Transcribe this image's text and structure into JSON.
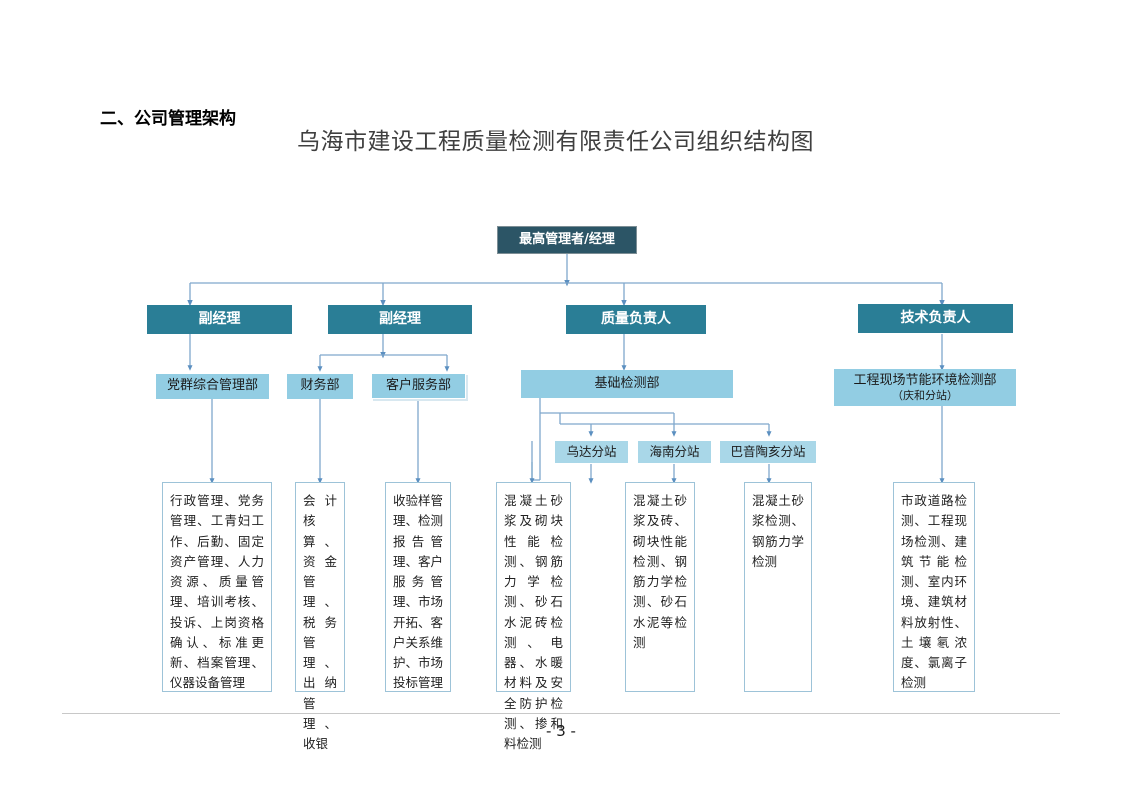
{
  "document": {
    "section_heading": "二、公司管理架构",
    "chart_title": "乌海市建设工程质量检测有限责任公司组织结构图",
    "page_number": "- 3 -"
  },
  "colors": {
    "level1_fill": "#2c5566",
    "level2_fill": "#2a7e96",
    "level3_fill": "#92cde3",
    "level4_fill": "#a9d7e8",
    "detail_border": "#9dc3d8",
    "connector": "#6f9fc4",
    "title_text": "#3f3f3f"
  },
  "chart": {
    "level1": {
      "top_manager": "最高管理者/经理"
    },
    "level2": [
      {
        "label": "副经理"
      },
      {
        "label": "副经理"
      },
      {
        "label": "质量负责人"
      },
      {
        "label": "技术负责人"
      }
    ],
    "level3": [
      {
        "label": "党群综合管理部"
      },
      {
        "label": "财务部"
      },
      {
        "label": "客户服务部"
      },
      {
        "label": "基础检测部"
      },
      {
        "label": "工程现场节能环境检测部",
        "sublabel": "（庆和分站）"
      }
    ],
    "level4": [
      {
        "label": "乌达分站"
      },
      {
        "label": "海南分站"
      },
      {
        "label": "巴音陶亥分站"
      }
    ],
    "details": [
      {
        "text": "行政管理、党务管理、工青妇工作、后勤、固定资产管理、人力资源、质量管理、培训考核、投诉、上岗资格确认、标准更新、档案管理、仪器设备管理"
      },
      {
        "text": "会计核算、资金管理、税务管理、出纳管理、收银"
      },
      {
        "text": "收验样管理、检测报告管理、客户服务管理、市场开拓、客户关系维护、市场投标管理"
      },
      {
        "text": "混凝土砂浆及砌块性能检测、钢筋力学检测、砂石水泥砖检测、电器、水暖材料及安全防护检测、掺和料检测"
      },
      {
        "text": "混凝土砂浆及砖、砌块性能检测、钢筋力学检测、砂石水泥等检测"
      },
      {
        "text": "混凝土砂浆检测、钢筋力学检测"
      },
      {
        "text": "市政道路检测、工程现场检测、建筑节能检测、室内环境、建筑材料放射性、土壤氡浓度、氯离子检测"
      }
    ]
  }
}
